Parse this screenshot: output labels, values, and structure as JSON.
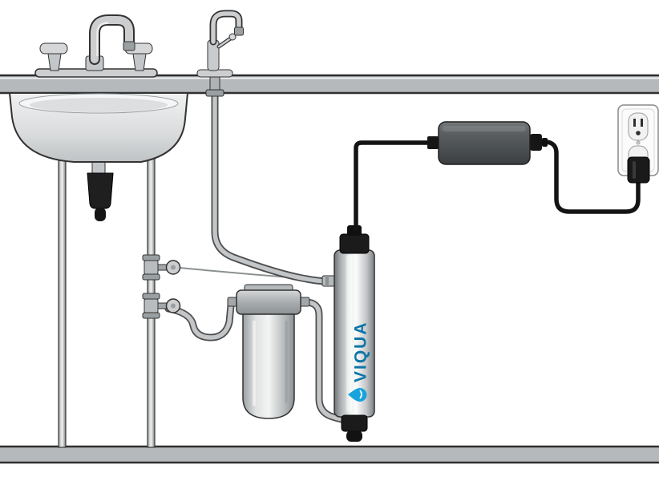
{
  "diagram": {
    "scene": "under-sink-uv-water-treatment-installation",
    "brand_label": "VIQUA",
    "colors": {
      "brand_drop_blue": "#17a3dc",
      "brand_text_blue": "#0e76a8",
      "counter_gray": "#b5b9bb",
      "metal_light": "#cfd2d3",
      "tube_gray": "#c3c6c8",
      "cord_black": "#141414",
      "outline": "#333333"
    },
    "components": [
      "countertop",
      "kitchen-sink",
      "kitchen-faucet",
      "drinking-water-faucet",
      "sink-drain-trap",
      "water-supply-pipes",
      "upper-shutoff-valve",
      "lower-shutoff-valve",
      "prefilter-housing",
      "uv-disinfection-chamber",
      "power-supply-adapter",
      "power-cord",
      "wall-outlet",
      "floor",
      "connecting-tubing"
    ]
  }
}
